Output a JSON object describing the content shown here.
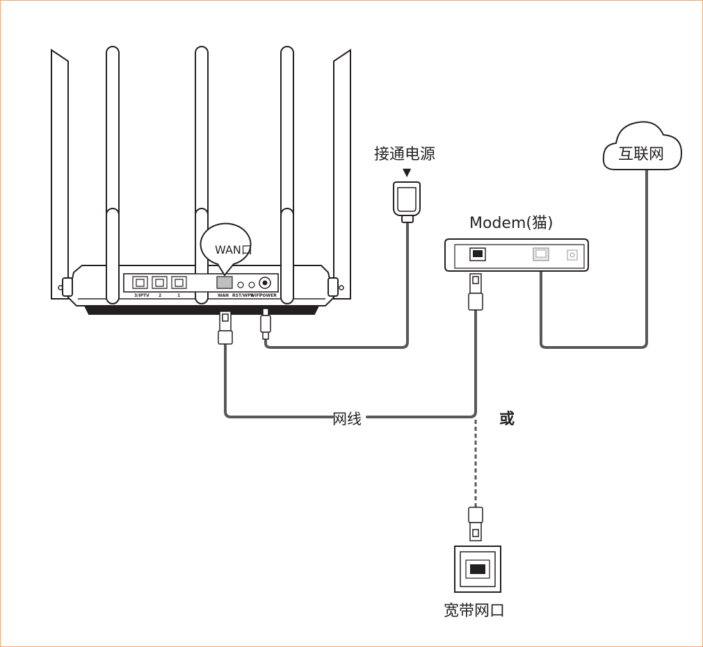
{
  "labels": {
    "power": "接通电源",
    "internet": "互联网",
    "modem": "Modem(猫)",
    "wan_callout": "WAN口",
    "cable": "网线",
    "or": "或",
    "wall_port": "宽带网口"
  },
  "router_ports": {
    "lan3": "3/IPTV",
    "lan2": "2",
    "lan1": "1",
    "wan": "WAN",
    "rst": "RST/WPS",
    "wifi": "WiFi",
    "power": "POWER"
  },
  "arrow_glyph": "▼",
  "colors": {
    "line": "#231f20",
    "cable": "#595757",
    "frame": "#f2a46b",
    "port_fill": "#d9d9d9"
  }
}
